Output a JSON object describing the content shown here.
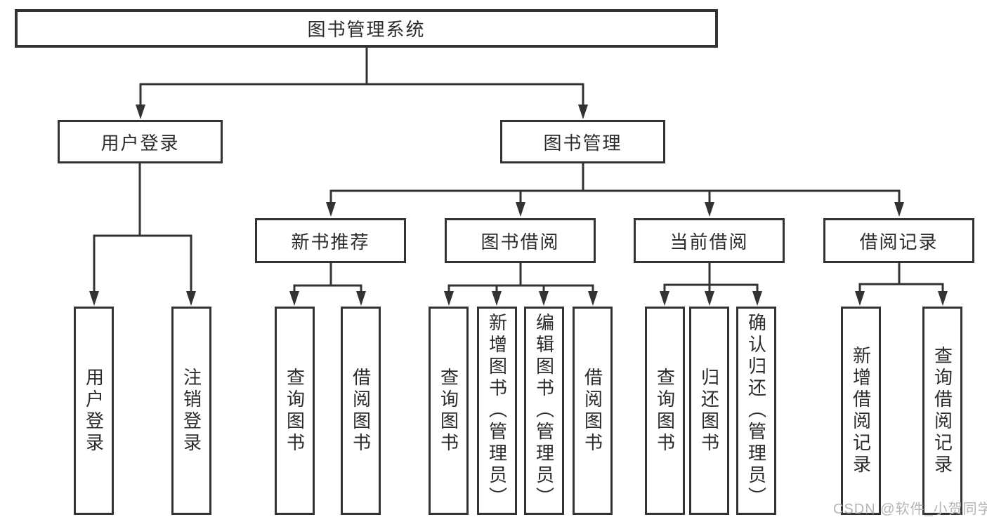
{
  "diagram": {
    "root": "图书管理系统",
    "level2": {
      "user_login": "用户登录",
      "book_mgmt": "图书管理"
    },
    "level3": {
      "new_books": "新书推荐",
      "book_borrow": "图书借阅",
      "current_borrow": "当前借阅",
      "borrow_records": "借阅记录"
    },
    "leaves": {
      "user_login": [
        "用户登录",
        "注销登录"
      ],
      "new_books": [
        "查询图书",
        "借阅图书"
      ],
      "book_borrow": [
        "查询图书",
        "新增图书（管理员）",
        "编辑图书（管理员）",
        "借阅图书"
      ],
      "current_borrow": [
        "查询图书",
        "归还图书",
        "确认归还（管理员）"
      ],
      "borrow_records": [
        "新增借阅记录",
        "查询借阅记录"
      ]
    }
  },
  "watermark": {
    "text": "CSDN @软件_小贺同学"
  },
  "colors": {
    "line": "#333333",
    "text": "#2b2b2b",
    "watermark": "#b5b5b5",
    "background": "#ffffff"
  }
}
